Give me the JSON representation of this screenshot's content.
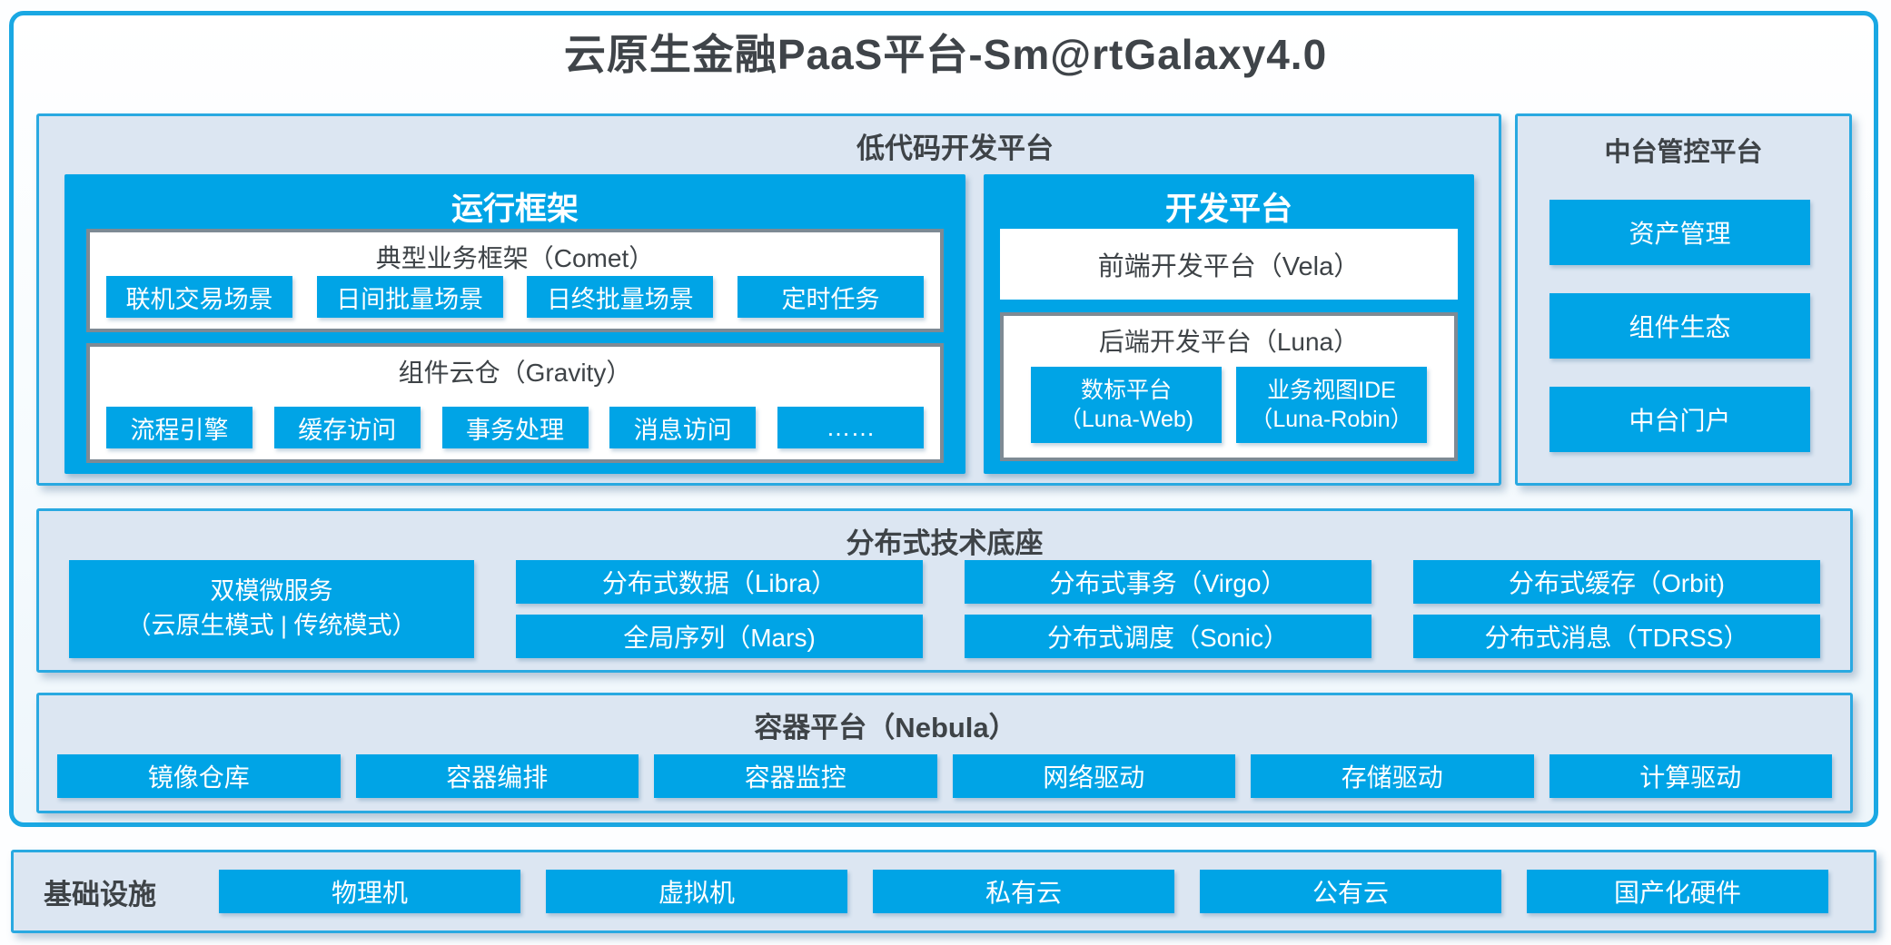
{
  "title": "云原生金融PaaS平台-Sm@rtGalaxy4.0",
  "colors": {
    "accent_blue": "#00a4e6",
    "border_blue": "#1aa8e3",
    "panel_bg": "#dce6f2",
    "box_border_gray": "#7e8a94",
    "text_dark": "#3f4449",
    "white": "#ffffff"
  },
  "low_code": {
    "title": "低代码开发平台",
    "runtime": {
      "title": "运行框架",
      "comet": {
        "title": "典型业务框架（Comet）",
        "items": [
          "联机交易场景",
          "日间批量场景",
          "日终批量场景",
          "定时任务"
        ]
      },
      "gravity": {
        "title": "组件云仓（Gravity）",
        "items": [
          "流程引擎",
          "缓存访问",
          "事务处理",
          "消息访问",
          "……"
        ]
      }
    },
    "dev": {
      "title": "开发平台",
      "vela": "前端开发平台（Vela）",
      "luna": {
        "title": "后端开发平台（Luna）",
        "items": [
          {
            "line1": "数标平台",
            "line2": "（Luna-Web)"
          },
          {
            "line1": "业务视图IDE",
            "line2": "（Luna-Robin）"
          }
        ]
      }
    }
  },
  "mid_platform": {
    "title": "中台管控平台",
    "items": [
      "资产管理",
      "组件生态",
      "中台门户"
    ]
  },
  "distributed": {
    "title": "分布式技术底座",
    "dual_mode": {
      "line1": "双模微服务",
      "line2": "（云原生模式 | 传统模式）"
    },
    "columns": [
      [
        "分布式数据（Libra）",
        "全局序列（Mars)"
      ],
      [
        "分布式事务（Virgo）",
        "分布式调度（Sonic）"
      ],
      [
        "分布式缓存（Orbit)",
        "分布式消息（TDRSS）"
      ]
    ]
  },
  "container_platform": {
    "title": "容器平台（Nebula）",
    "items": [
      "镜像仓库",
      "容器编排",
      "容器监控",
      "网络驱动",
      "存储驱动",
      "计算驱动"
    ]
  },
  "infrastructure": {
    "title": "基础设施",
    "items": [
      "物理机",
      "虚拟机",
      "私有云",
      "公有云",
      "国产化硬件"
    ]
  }
}
